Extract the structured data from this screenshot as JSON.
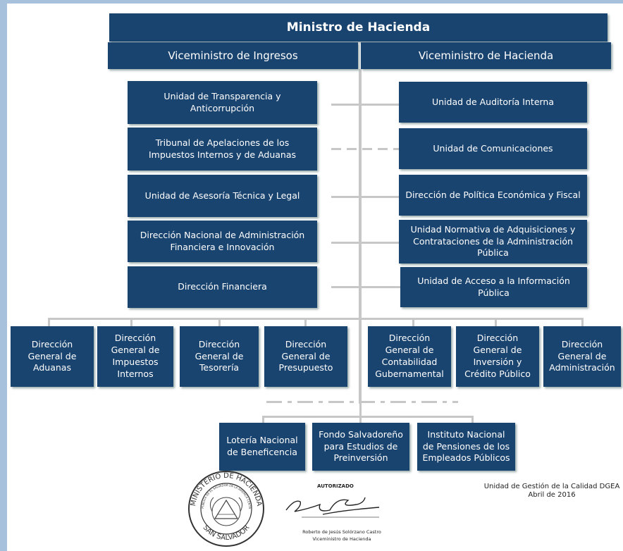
{
  "header": {
    "title": "Ministro de Hacienda",
    "vice_left": "Viceministro de Ingresos",
    "vice_right": "Viceministro de Hacienda"
  },
  "staff_left": [
    "Unidad de Transparencia y\nAnticorrupción",
    "Tribunal de Apelaciones de los\nImpuestos Internos y de Aduanas",
    "Unidad de Asesoría Técnica y Legal",
    "Dirección Nacional de Administración\nFinanciera e Innovación",
    "Dirección Financiera"
  ],
  "staff_right": [
    "Unidad de Auditoría Interna",
    "Unidad de Comunicaciones",
    "Dirección de Política Económica y Fiscal",
    "Unidad Normativa de Adquisiciones y\nContrataciones de la Administración\nPública",
    "Unidad de Acceso a la Información\nPública"
  ],
  "directions": [
    "Dirección\nGeneral de\nAduanas",
    "Dirección\nGeneral de\nImpuestos\nInternos",
    "Dirección\nGeneral de\nTesorería",
    "Dirección\nGeneral de\nPresupuesto",
    "Dirección\nGeneral de\nContabilidad\nGubernamental",
    "Dirección\nGeneral de\nInversión y\nCrédito Público",
    "Dirección\nGeneral de\nAdministración"
  ],
  "institutions": [
    "Lotería Nacional\nde Beneficencia",
    "Fondo Salvadoreño\npara Estudios de\nPreinversión",
    "Instituto Nacional\nde Pensiones de los\nEmpleados Públicos"
  ],
  "footer": {
    "authorized": "AUTORIZADO",
    "signer_name": "Roberto de Jesús Solórzano Castro",
    "signer_title": "Viceministro de Hacienda",
    "unit": "Unidad de Gestión de la Calidad DGEA",
    "date": "Abril de 2016",
    "seal_text_top": "MINISTERIO DE HACIENDA",
    "seal_text_bottom": "SAN SALVADOR",
    "seal_text_inner": "REPUBLICA DE EL SALVADOR EN LA AMERICA CENTRAL"
  },
  "colors": {
    "box": "#1a4470",
    "frame": "#a7c0dc",
    "connector": "#c7c7c7"
  }
}
